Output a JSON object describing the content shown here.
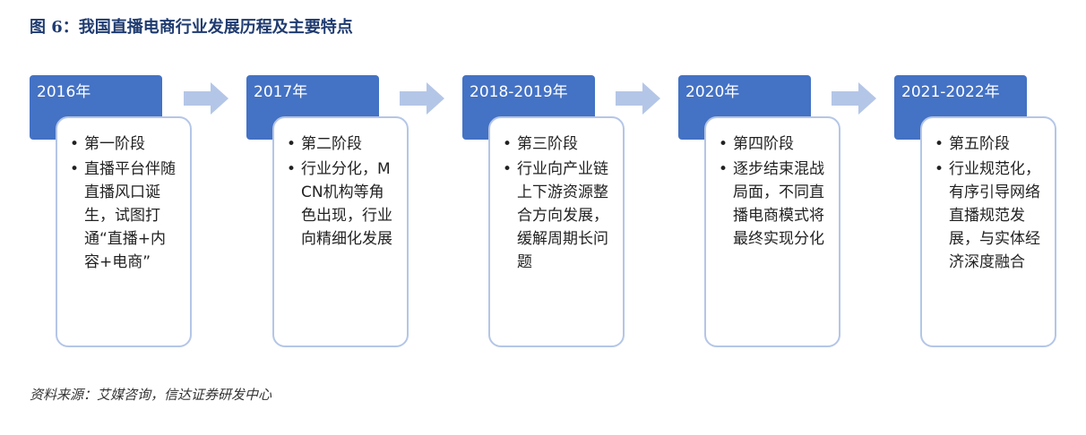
{
  "figure_title": "图 6：我国直播电商行业发展历程及主要特点",
  "stages": [
    {
      "year": "2016年",
      "phase": "第一阶段",
      "description": "直播平台伴随直播风口诞生，试图打通“直播+内容+电商”"
    },
    {
      "year": "2017年",
      "phase": "第二阶段",
      "description": "行业分化，MCN机构等角色出现，行业向精细化发展"
    },
    {
      "year": "2018-2019年",
      "phase": "第三阶段",
      "description": "行业向产业链上下游资源整合方向发展，缓解周期长问题"
    },
    {
      "year": "2020年",
      "phase": "第四阶段",
      "description": "逐步结束混战局面，不同直播电商模式将最终实现分化"
    },
    {
      "year": "2021-2022年",
      "phase": "第五阶段",
      "description": "行业规范化，有序引导网络直播规范发展，与实体经济深度融合"
    }
  ],
  "source": "资料来源：艾媒咨询，信达证券研发中心",
  "colors": {
    "year_tab": "#4472c4",
    "card_border": "#b4c6e7",
    "arrow": "#b4c6e7",
    "title": "#1f3b70"
  }
}
